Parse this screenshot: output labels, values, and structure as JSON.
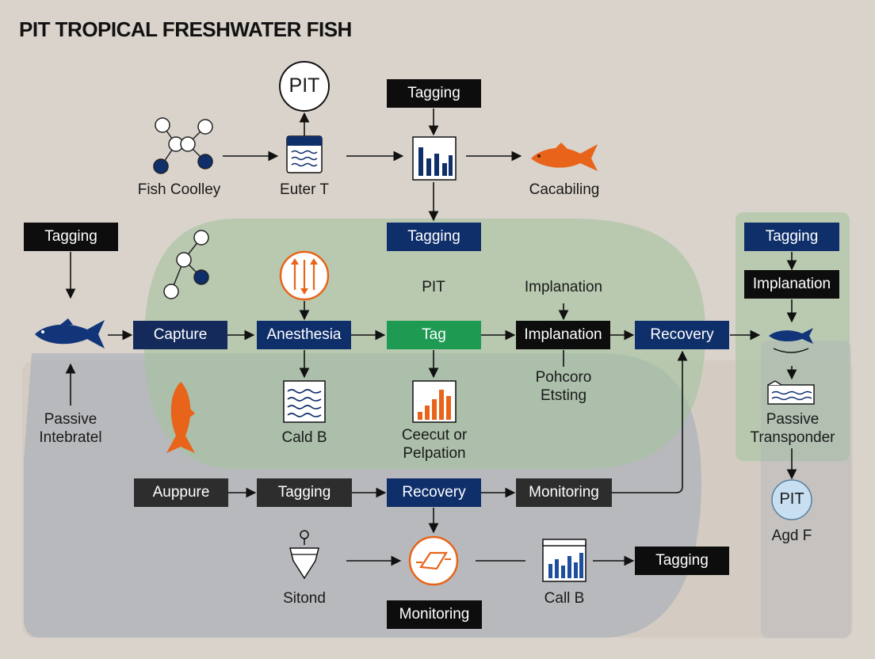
{
  "title": "PIT TROPICAL FRESHWATER FISH",
  "top": {
    "pit_circle": "PIT",
    "tagging": "Tagging",
    "fish_coolley": "Fish Coolley",
    "euter": "Euter T",
    "cacabiling": "Cacabiling"
  },
  "middle": {
    "tagging_left": "Tagging",
    "tagging_center": "Tagging",
    "pit_label": "PIT",
    "implanation_label": "Implanation",
    "capture": "Capture",
    "anesthesia": "Anesthesia",
    "tag": "Tag",
    "implanation": "Implanation",
    "recovery": "Recovery",
    "passive_line1": "Passive",
    "passive_line2": "Intebratel",
    "cald": "Cald B",
    "cecut_line1": "Ceecut or",
    "cecut_line2": "Pelpation",
    "pohcoro_line1": "Pohcoro",
    "pohcoro_line2": "Etsting"
  },
  "right": {
    "tagging": "Tagging",
    "implanation": "Implanation",
    "passive_line1": "Passive",
    "passive_line2": "Transponder",
    "pit_circle": "PIT",
    "agd": "Agd F"
  },
  "bottom": {
    "aupprure": "Auppure",
    "tagging": "Tagging",
    "recovery": "Recovery",
    "monitoring": "Monitoring",
    "sitond": "Sitond",
    "call": "Call B",
    "tagging_end": "Tagging",
    "monitoring_black": "Monitoring"
  },
  "colors": {
    "navy": "#0f2f6b",
    "black": "#0d0d0d",
    "green": "#1f9a52",
    "orange": "#e8641a",
    "green_region": "#a9c7a6",
    "grey_region": "#a9afb8",
    "background": "#d9d3cb"
  },
  "icons": [
    "network-icon",
    "pit-circle-icon",
    "water-container-icon",
    "bar-chart-icon",
    "orange-fish-icon",
    "blue-fish-icon",
    "arrows-circle-icon",
    "water-box-icon",
    "orange-bar-chart-icon",
    "buoy-icon",
    "orange-diamond-icon",
    "transponder-icon"
  ]
}
